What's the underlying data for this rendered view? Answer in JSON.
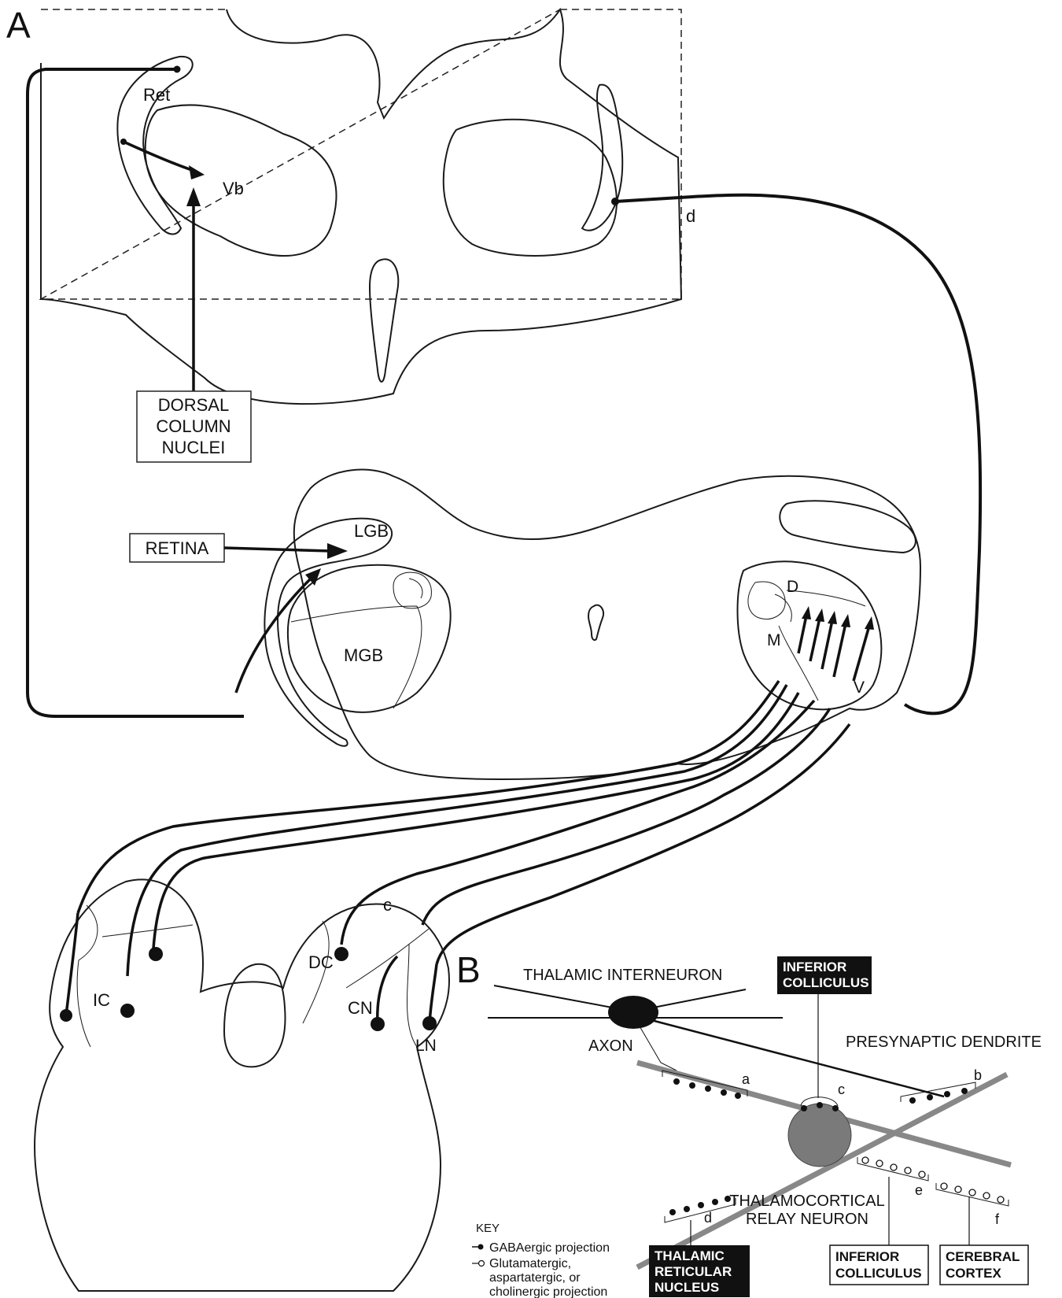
{
  "panels": {
    "a": "A",
    "b": "B"
  },
  "panel_a": {
    "thalamus_labels": {
      "ret": "Ret",
      "vb": "Vb",
      "d": "d"
    },
    "dorsal_column_box": [
      "DORSAL",
      "COLUMN",
      "NUCLEI"
    ],
    "retina_box": "RETINA",
    "midbrain_labels": {
      "lgb": "LGB",
      "mgb": "MGB",
      "d": "D",
      "m": "M",
      "v": "V"
    },
    "colliculus_labels": {
      "ic": "IC",
      "dc": "DC",
      "cn": "CN",
      "ln": "LN",
      "c": "c"
    }
  },
  "panel_b": {
    "interneuron_label": "THALAMIC INTERNEURON",
    "axon_label": "AXON",
    "presynaptic_label": "PRESYNAPTIC DENDRITE",
    "relay_label": [
      "THALAMOCORTICAL",
      "RELAY NEURON"
    ],
    "synapse_letters": {
      "a": "a",
      "b": "b",
      "c": "c",
      "d": "d",
      "e": "e",
      "f": "f"
    },
    "boxes": {
      "inferior_colliculus_top": [
        "INFERIOR",
        "COLLICULUS"
      ],
      "thalamic_reticular": [
        "THALAMIC",
        "RETICULAR",
        "NUCLEUS"
      ],
      "inferior_colliculus_bottom": [
        "INFERIOR",
        "COLLICULUS"
      ],
      "cerebral_cortex": [
        "CEREBRAL",
        "CORTEX"
      ]
    }
  },
  "key": {
    "title": "KEY",
    "gaba": "GABAergic projection",
    "glut": [
      "Glutamatergic,",
      "aspartatergic, or",
      "cholinergic projection"
    ]
  }
}
